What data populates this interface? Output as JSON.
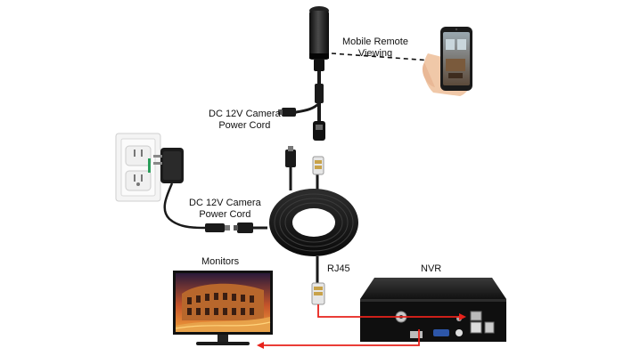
{
  "labels": {
    "mobile_remote": [
      "Mobile Remote",
      "Viewing"
    ],
    "camera_power_top": [
      "DC 12V Camera",
      "Power Cord"
    ],
    "camera_power_bottom": [
      "DC 12V Camera",
      "Power Cord"
    ],
    "rj45": "RJ45",
    "nvr": "NVR",
    "monitors": "Monitors"
  },
  "colors": {
    "arrow": "#e8221b",
    "cable": "#1a1a1a",
    "dashed_line": "#111111"
  },
  "icons": [
    "bullet-camera-icon",
    "smartphone-icon",
    "wall-outlet-icon",
    "power-adapter-icon",
    "cable-coil-icon",
    "rj45-connector-icon",
    "nvr-device-icon",
    "monitor-icon"
  ]
}
